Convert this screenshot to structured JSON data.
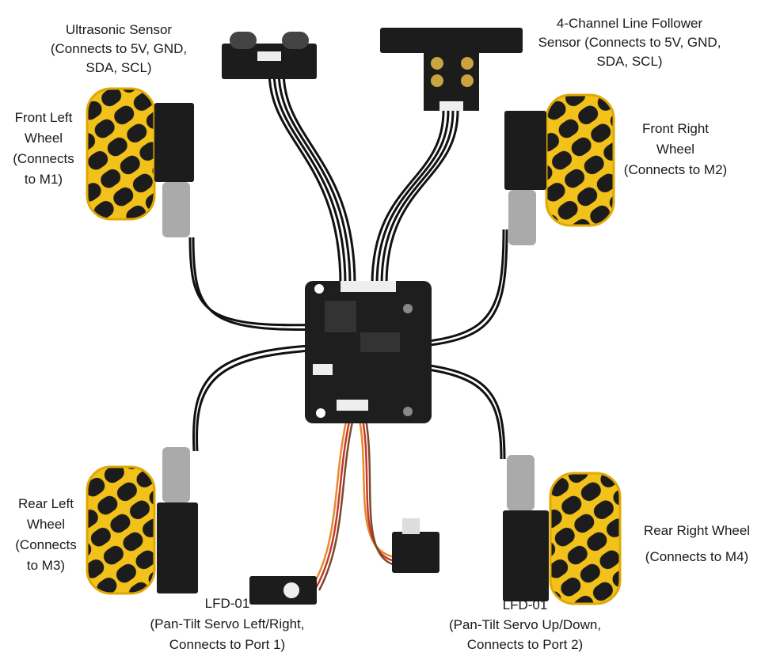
{
  "labels": {
    "ultrasonic": [
      "Ultrasonic Sensor",
      "(Connects to 5V, GND,",
      "SDA, SCL)"
    ],
    "line_follower": [
      "4-Channel Line Follower",
      "Sensor (Connects to 5V, GND,",
      "SDA, SCL)"
    ],
    "front_left": [
      "Front Left",
      "Wheel",
      "(Connects",
      "to M1)"
    ],
    "front_right": [
      "Front Right",
      "Wheel",
      "(Connects to M2)"
    ],
    "rear_left": [
      "Rear Left",
      "Wheel",
      "(Connects",
      "to M3)"
    ],
    "rear_right": [
      "Rear Right Wheel",
      "(Connects to M4)"
    ],
    "servo_left": [
      "LFD-01",
      "(Pan-Tilt Servo Left/Right,",
      "Connects to Port 1)"
    ],
    "servo_right": [
      "LFD-01",
      "(Pan-Tilt Servo Up/Down,",
      "Connects to Port 2)"
    ]
  },
  "colors": {
    "wheel_yellow": "#f2c21b",
    "roller_black": "#1c1c1c",
    "board": "#1e1e1e",
    "servo_wire_orange": "#e8892b",
    "servo_wire_red": "#c8372b",
    "servo_wire_brown": "#7a4a2a"
  }
}
